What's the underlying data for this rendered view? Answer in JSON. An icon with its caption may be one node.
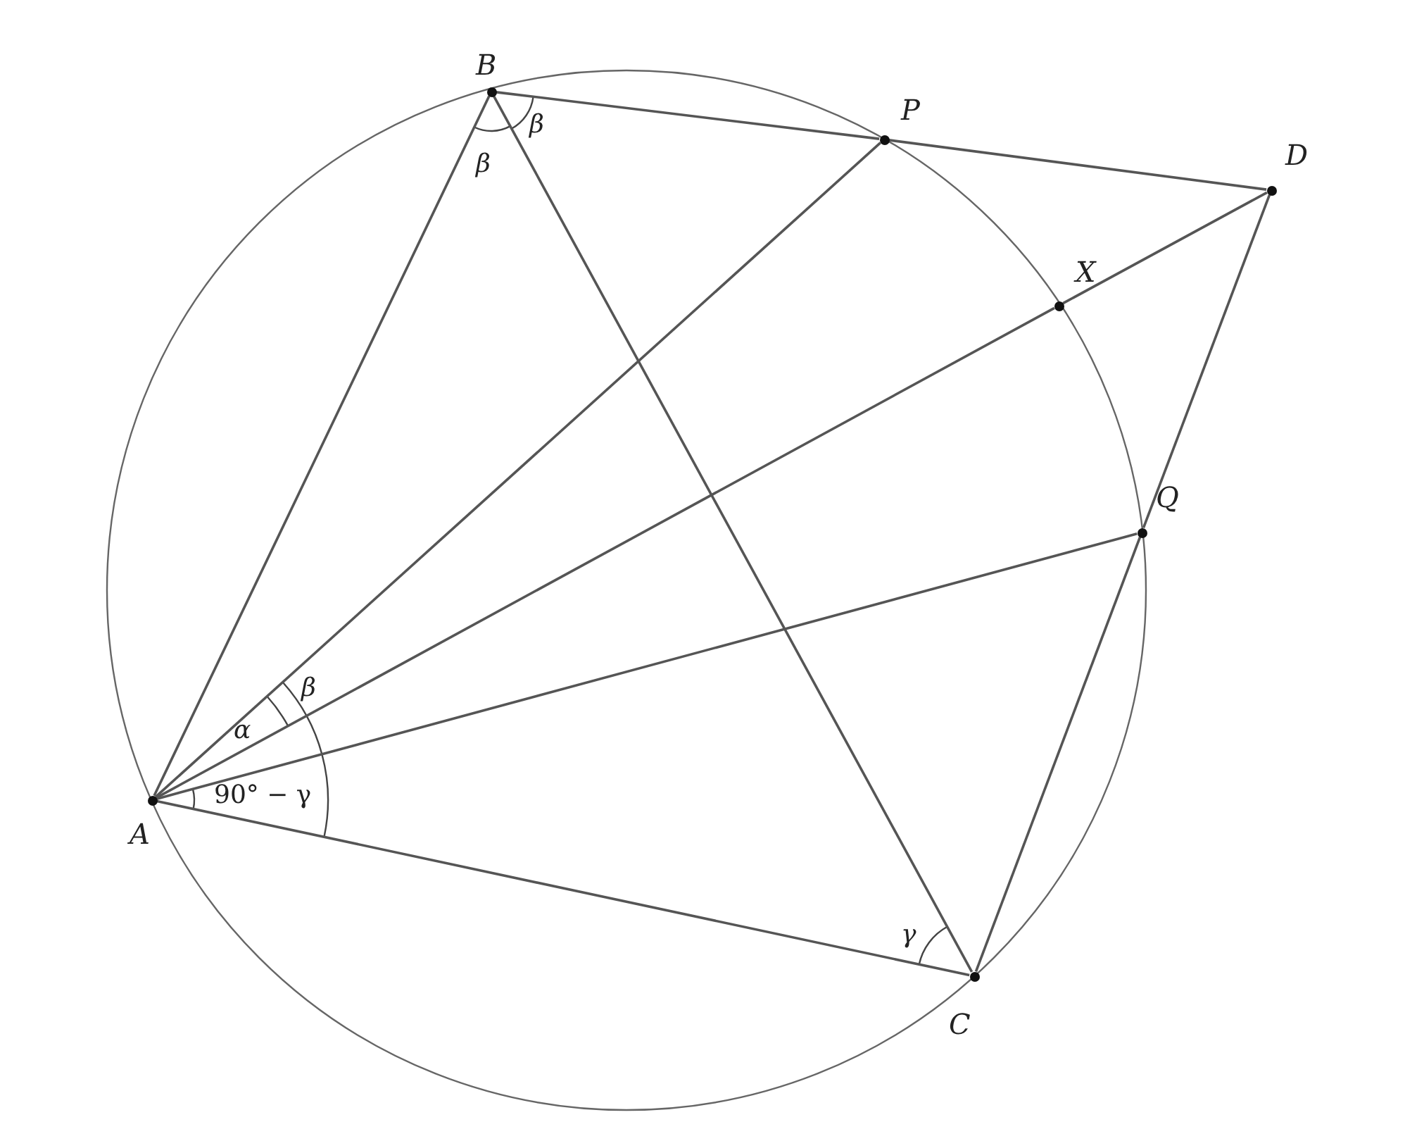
{
  "diagram": {
    "nodes": [
      {
        "text": [],
        "shape": "circle",
        "beside": [
          "B"
        ]
      },
      {
        "text": [],
        "shape": "circle",
        "beside": [
          "P"
        ]
      },
      {
        "text": [],
        "shape": "circle",
        "beside": [
          "D"
        ]
      },
      {
        "text": [],
        "shape": "circle",
        "beside": [
          "X"
        ]
      },
      {
        "text": [],
        "shape": "circle",
        "beside": [
          "Q"
        ]
      },
      {
        "text": [],
        "shape": "circle",
        "beside": [
          "A"
        ]
      },
      {
        "text": [],
        "shape": "circle",
        "beside": [
          "C"
        ]
      }
    ],
    "edges": [
      {
        "from": 5,
        "to": 0,
        "arrow": "none"
      },
      {
        "from": 0,
        "to": 6,
        "arrow": "none"
      },
      {
        "from": 6,
        "to": 5,
        "arrow": "none"
      },
      {
        "from": 0,
        "to": 1,
        "arrow": "none"
      },
      {
        "from": 1,
        "to": 2,
        "arrow": "none"
      },
      {
        "from": 2,
        "to": 4,
        "arrow": "none"
      },
      {
        "from": 4,
        "to": 6,
        "arrow": "none"
      },
      {
        "from": 5,
        "to": 1,
        "arrow": "none"
      },
      {
        "from": 5,
        "to": 3,
        "arrow": "none"
      },
      {
        "from": 3,
        "to": 2,
        "arrow": "none"
      },
      {
        "from": 5,
        "to": 4,
        "arrow": "none"
      }
    ],
    "labels": [
      "β",
      "β",
      "α",
      "β",
      "90° − γ",
      "γ"
    ]
  }
}
